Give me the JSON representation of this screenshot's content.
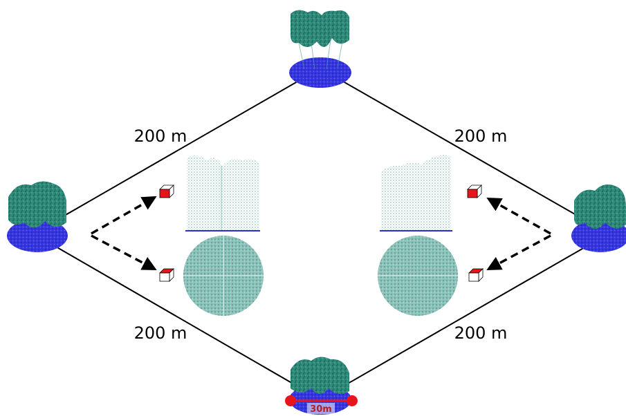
{
  "diagram": {
    "edge_labels": {
      "top_left": "200 m",
      "top_right": "200 m",
      "bottom_left": "200 m",
      "bottom_right": "200 m"
    },
    "scale_bar_label": "30m",
    "colors": {
      "canopy": "#1f7a6a",
      "ground": "#2a2ad8",
      "outline": "#000000",
      "cube_fill": "#e8141c",
      "scale_marker": "#e8141c"
    },
    "icons": [
      "point-cloud-plot",
      "voxel-cube-icon",
      "dashed-arrow-icon"
    ]
  }
}
